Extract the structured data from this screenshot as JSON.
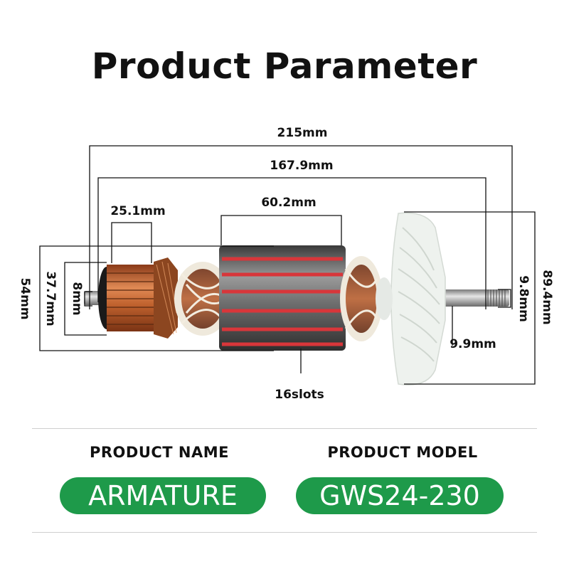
{
  "title": "Product Parameter",
  "dimensions": {
    "overall_length": "215mm",
    "shaft_length": "167.9mm",
    "commutator_length": "25.1mm",
    "core_length": "60.2mm",
    "core_diameter": "54mm",
    "commutator_diameter": "37.7mm",
    "rear_shaft_diameter": "8mm",
    "fan_diameter": "89.4mm",
    "front_thread_diameter": "9.8mm",
    "front_shaft_diameter": "9.9mm",
    "slots": "16slots"
  },
  "product": {
    "name_label": "PRODUCT NAME",
    "name_value": "ARMATURE",
    "model_label": "PRODUCT  MODEL",
    "model_value": "GWS24-230"
  },
  "colors": {
    "accent": "#1e9a4a",
    "copper": "#c0622e",
    "fan": "#eef2ee",
    "insulation": "#d8363a"
  }
}
